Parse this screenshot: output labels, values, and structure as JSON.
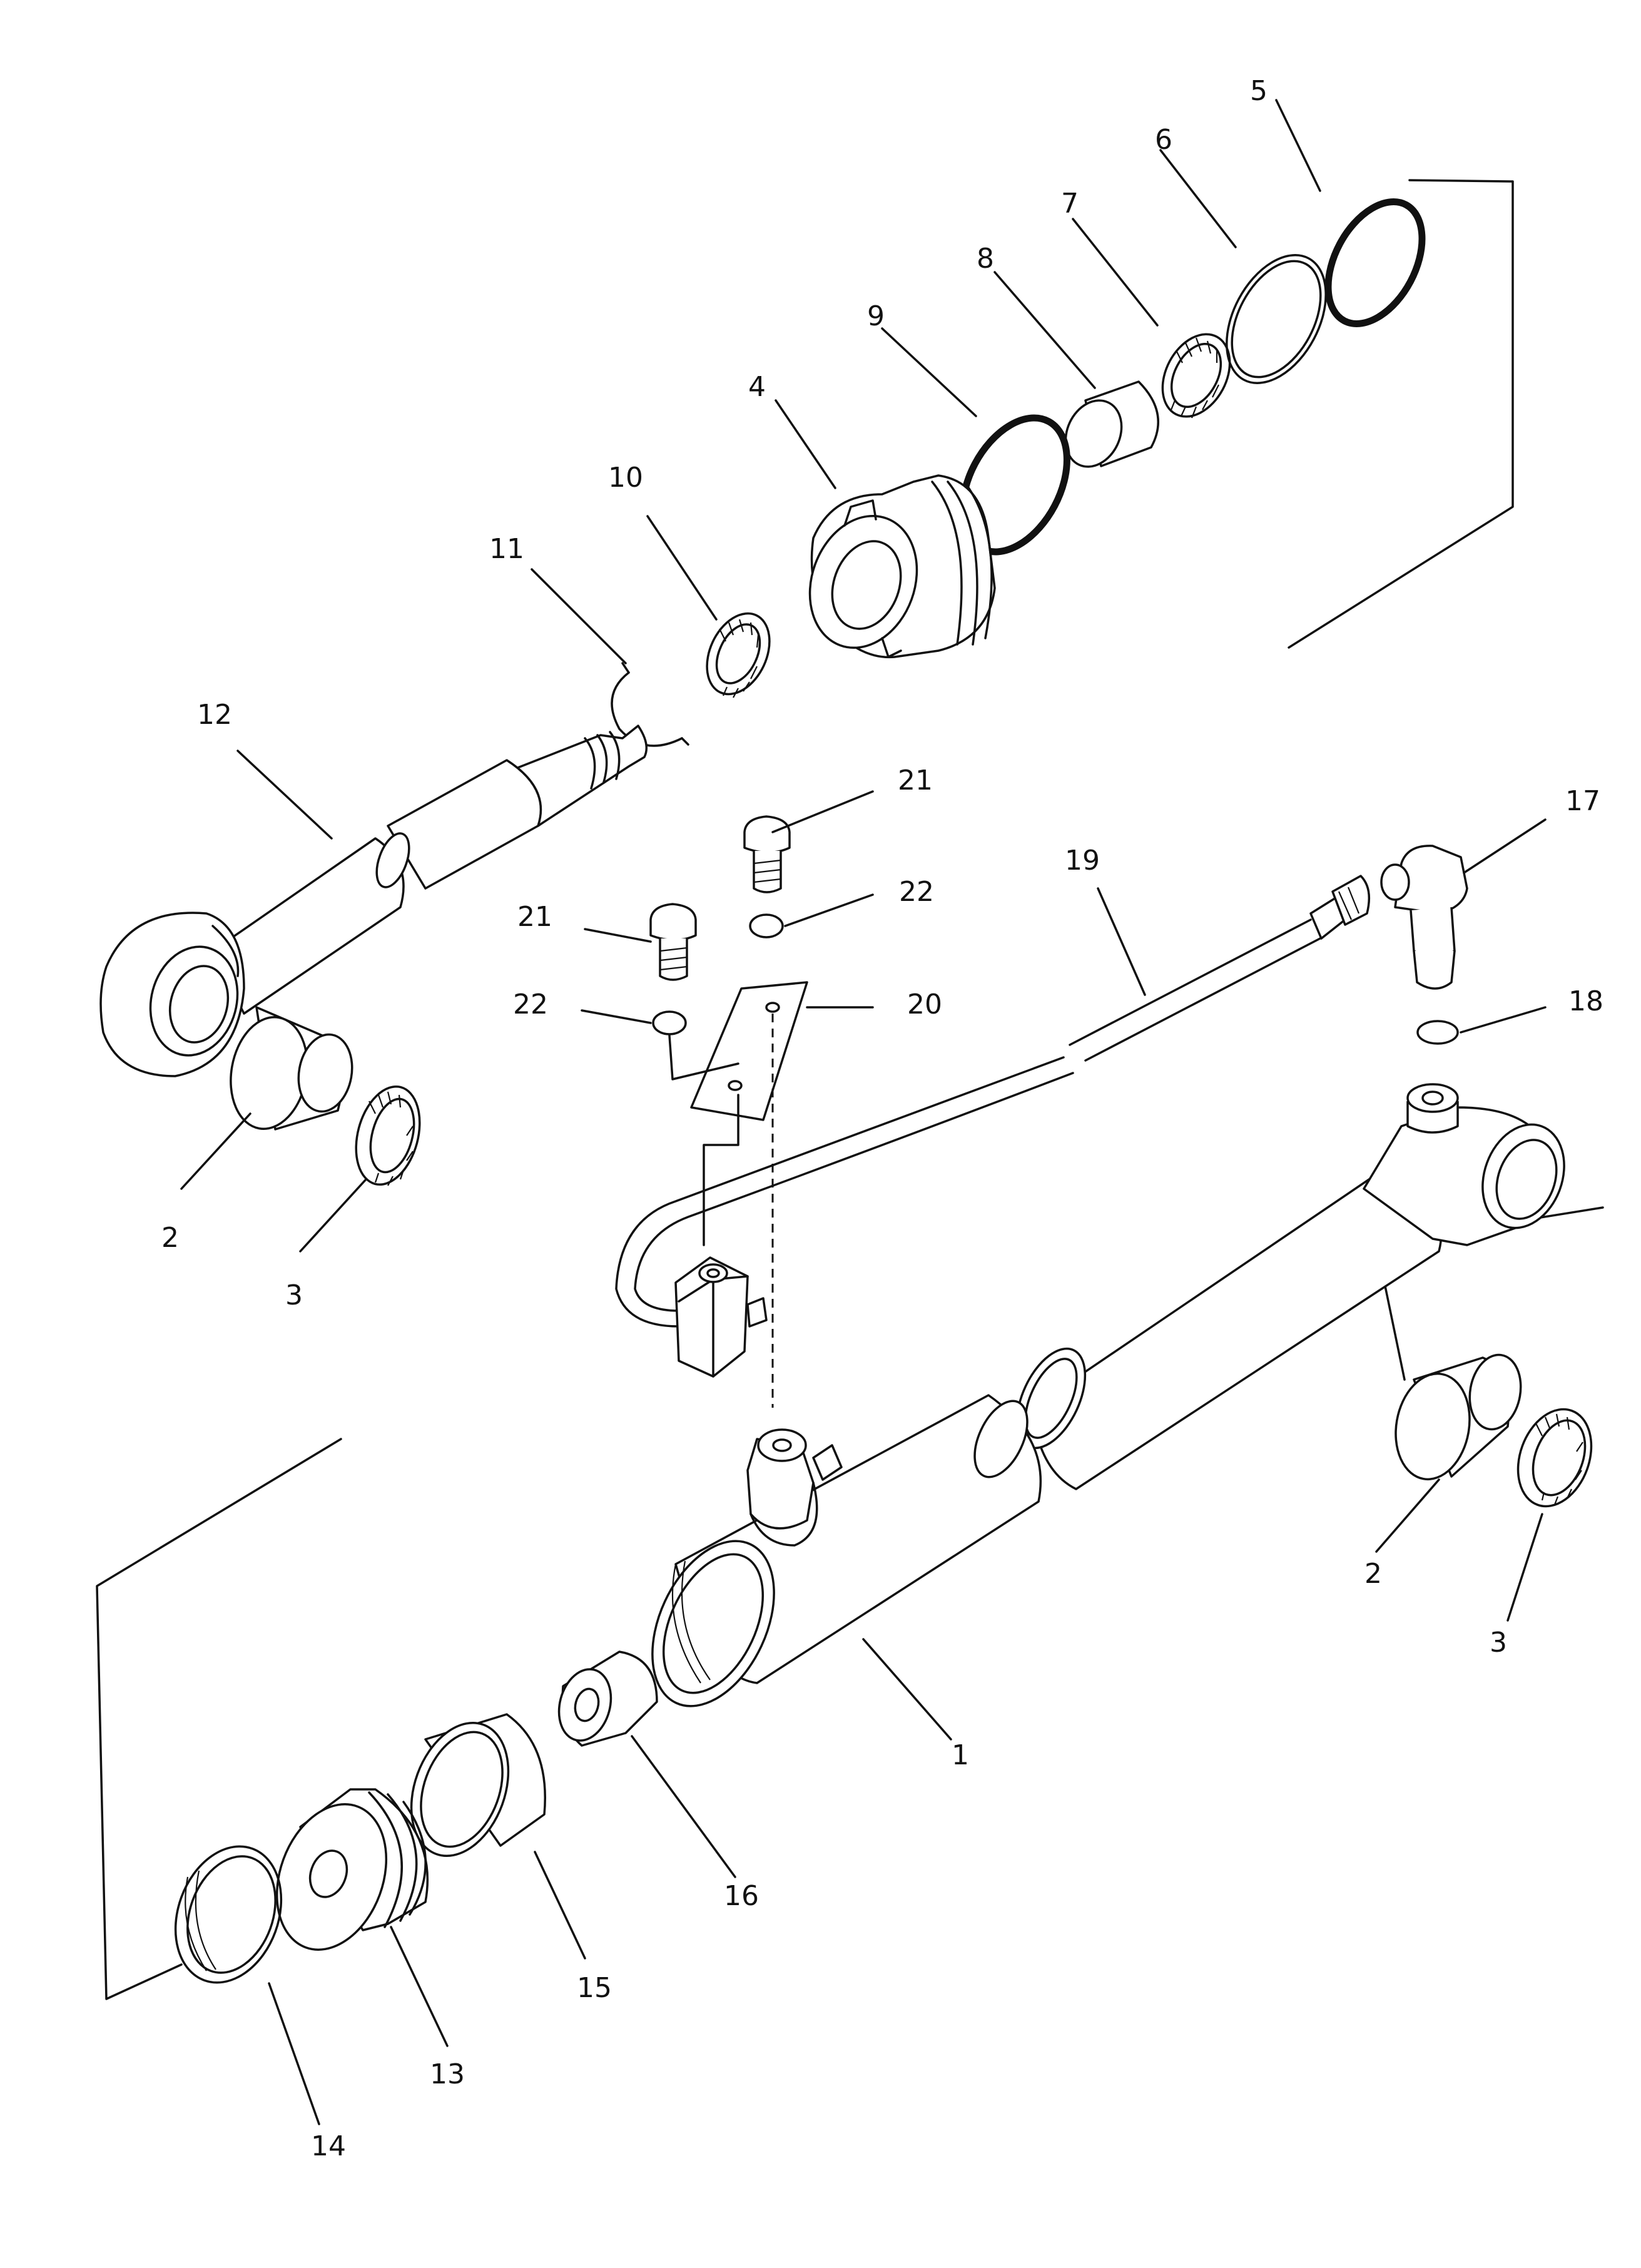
{
  "figure": {
    "labels": [
      {
        "id": "label-1",
        "text": "1"
      },
      {
        "id": "label-2a",
        "text": "2"
      },
      {
        "id": "label-2b",
        "text": "2"
      },
      {
        "id": "label-3a",
        "text": "3"
      },
      {
        "id": "label-3b",
        "text": "3"
      },
      {
        "id": "label-4",
        "text": "4"
      },
      {
        "id": "label-5",
        "text": "5"
      },
      {
        "id": "label-6",
        "text": "6"
      },
      {
        "id": "label-7",
        "text": "7"
      },
      {
        "id": "label-8",
        "text": "8"
      },
      {
        "id": "label-9",
        "text": "9"
      },
      {
        "id": "label-10",
        "text": "10"
      },
      {
        "id": "label-11",
        "text": "11"
      },
      {
        "id": "label-12",
        "text": "12"
      },
      {
        "id": "label-13",
        "text": "13"
      },
      {
        "id": "label-14",
        "text": "14"
      },
      {
        "id": "label-15",
        "text": "15"
      },
      {
        "id": "label-16",
        "text": "16"
      },
      {
        "id": "label-17",
        "text": "17"
      },
      {
        "id": "label-18",
        "text": "18"
      },
      {
        "id": "label-19",
        "text": "19"
      },
      {
        "id": "label-20",
        "text": "20"
      },
      {
        "id": "label-21a",
        "text": "21"
      },
      {
        "id": "label-21b",
        "text": "21"
      },
      {
        "id": "label-22a",
        "text": "22"
      },
      {
        "id": "label-22b",
        "text": "22"
      }
    ]
  }
}
